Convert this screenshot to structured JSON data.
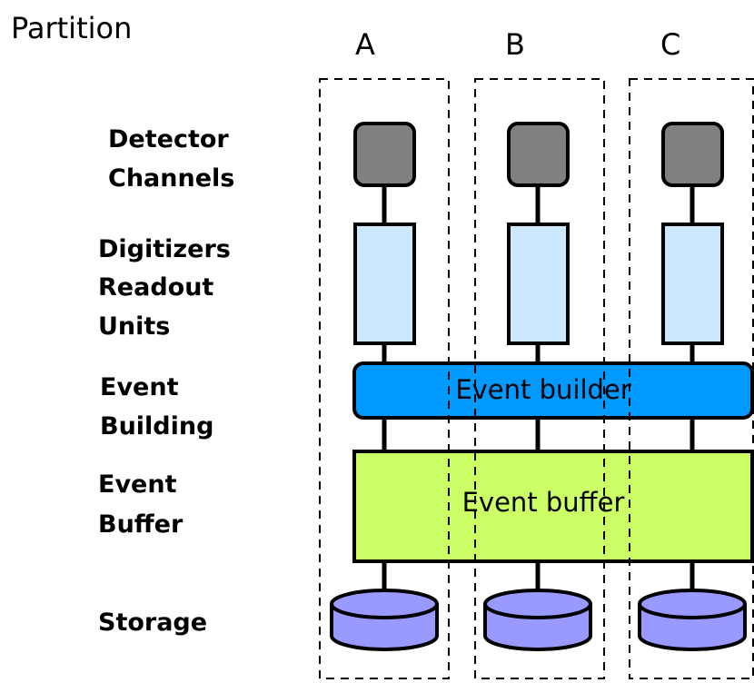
{
  "title": "Partition",
  "partitions": [
    "A",
    "B",
    "C"
  ],
  "row_labels": {
    "detector": [
      "Detector",
      "Channels"
    ],
    "digitizers": [
      "Digitizers",
      "Readout",
      "Units"
    ],
    "event_building": [
      "Event",
      "Building"
    ],
    "event_buffer_row": [
      "Event",
      "Buffer"
    ],
    "storage": [
      "Storage"
    ]
  },
  "boxes": {
    "event_builder": "Event builder",
    "event_buffer": "Event buffer"
  },
  "colors": {
    "detector_fill": "#808080",
    "digitizer_fill": "#cce8ff",
    "event_builder_fill": "#0099ff",
    "event_buffer_fill": "#ccff66",
    "storage_fill": "#9999ff",
    "line": "#000000"
  }
}
